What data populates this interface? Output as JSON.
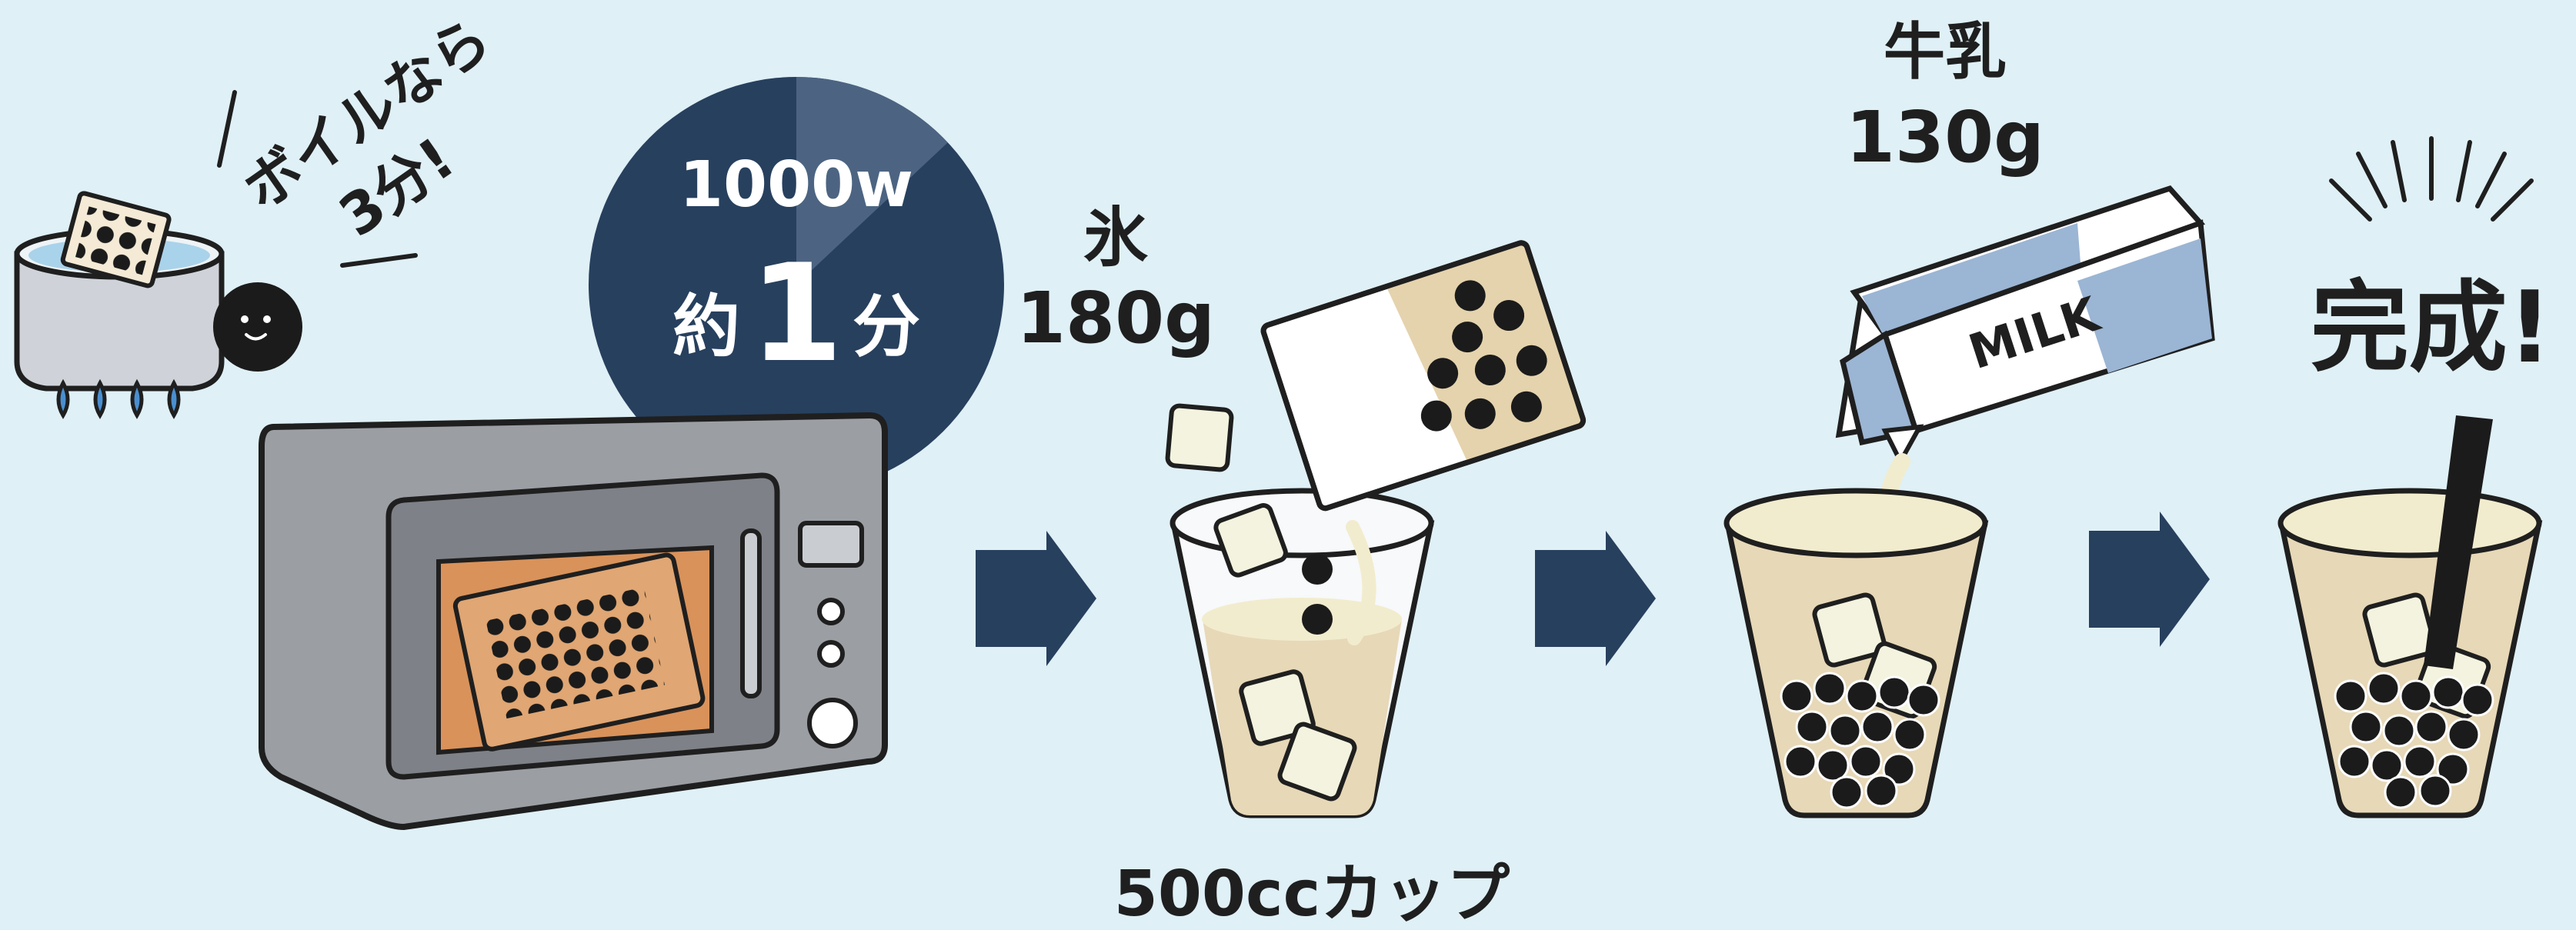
{
  "boil": {
    "line1": "ボイルなら",
    "line2": "3分!"
  },
  "microwave": {
    "watt": "1000w",
    "prefix": "約",
    "number": "1",
    "unit": "分",
    "progress": 0.13
  },
  "ice": {
    "name": "氷",
    "amount": "180g"
  },
  "cup": {
    "label": "500ccカップ"
  },
  "milk": {
    "name": "牛乳",
    "amount": "130g",
    "carton_label": "MILK"
  },
  "done": {
    "label": "完成!"
  },
  "colors": {
    "background": "#dff0f6",
    "navy": "#27405e",
    "milk_blue": "#9bb5d4",
    "tapioca": "#1b1b1b",
    "pack_orange": "#d9925a"
  },
  "icons": [
    "pot-icon",
    "tapioca-bag-icon",
    "microwave-icon",
    "timer-icon",
    "arrow-right-icon",
    "cup-icon",
    "milk-carton-icon",
    "sparkle-icon"
  ]
}
